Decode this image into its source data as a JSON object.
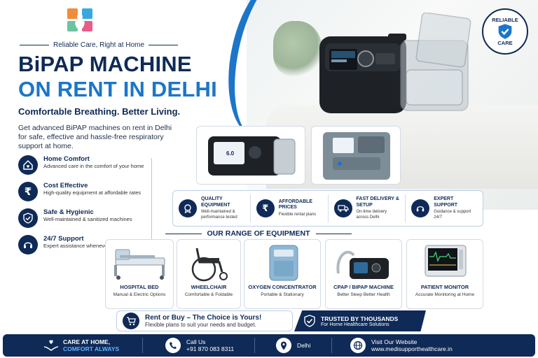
{
  "header": {
    "tagline": "Reliable Care, Right at Home",
    "title_line1": "BiPAP MACHINE",
    "title_line2": "ON RENT IN DELHI",
    "subtitle": "Comfortable Breathing. Better Living.",
    "description": "Get advanced BiPAP machines on rent in Delhi for safe, effective and hassle-free respiratory support at home."
  },
  "features": [
    {
      "title": "Home Comfort",
      "desc": "Advanced care in the comfort of your home",
      "icon": "home-heart-icon"
    },
    {
      "title": "Cost Effective",
      "desc": "High-quality equipment at affordable rates",
      "icon": "rupee-icon"
    },
    {
      "title": "Safe & Hygienic",
      "desc": "Well-maintained & sanitized machines",
      "icon": "shield-check-icon"
    },
    {
      "title": "24/7 Support",
      "desc": "Expert assistance whenever you need",
      "icon": "headset-icon"
    }
  ],
  "badge": {
    "top": "RELIABLE",
    "bottom": "CARE",
    "icon": "shield-check-icon"
  },
  "device_screen": {
    "value": "6.0"
  },
  "benefits": [
    {
      "title": "QUALITY EQUIPMENT",
      "desc": "Well-maintained & performance tested",
      "icon": "quality-medal-icon"
    },
    {
      "title": "AFFORDABLE PRICES",
      "desc": "Flexible rental plans",
      "icon": "rupee-icon"
    },
    {
      "title": "FAST DELIVERY & SETUP",
      "desc": "On-time delivery across Delhi",
      "icon": "truck-icon"
    },
    {
      "title": "EXPERT SUPPORT",
      "desc": "Guidance & support 24/7",
      "icon": "headset-icon"
    }
  ],
  "range_title": "OUR RANGE OF EQUIPMENT",
  "equipment": [
    {
      "name": "HOSPITAL BED",
      "desc": "Manual & Electric Options"
    },
    {
      "name": "WHEELCHAIR",
      "desc": "Comfortable & Foldable"
    },
    {
      "name": "OXYGEN CONCENTRATOR",
      "desc": "Portable & Stationary"
    },
    {
      "name": "CPAP / BIPAP MACHINE",
      "desc": "Better Sleep Better Health"
    },
    {
      "name": "PATIENT MONITOR",
      "desc": "Accurate Monitoring at Home"
    }
  ],
  "rent_buy": {
    "title": "Rent or Buy – The Choice is Yours!",
    "desc": "Flexible plans to suit your needs and budget.",
    "icon": "cart-icon"
  },
  "trusted": {
    "title": "TRUSTED BY THOUSANDS",
    "desc": "For Home Healthcare Solutions",
    "icon": "shield-check-icon"
  },
  "footer": {
    "care_line1": "CARE AT HOME,",
    "care_line2": "COMFORT ALWAYS",
    "call_label": "Call Us",
    "phone": "+91 870 083 8311",
    "location": "Delhi",
    "website_label": "Visit Our Website",
    "website": "www.medisupporthealthcare.in"
  },
  "colors": {
    "navy": "#0f2a57",
    "blue": "#1b76c9",
    "accent_light": "#5fb4ff"
  }
}
